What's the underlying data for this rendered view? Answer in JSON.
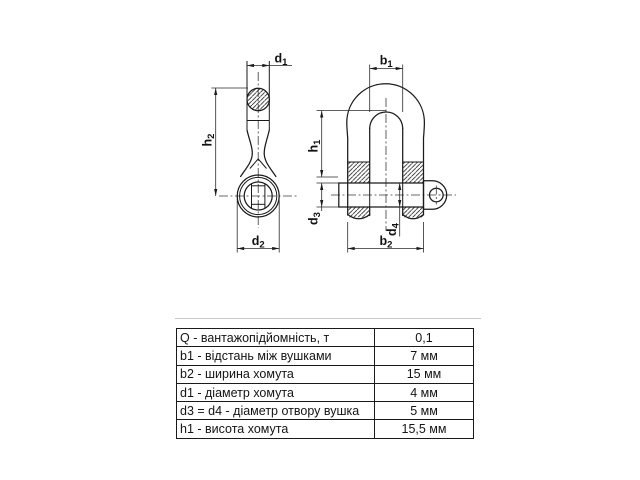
{
  "drawing": {
    "labels": {
      "d1": {
        "base": "d",
        "sub": "1"
      },
      "h2": {
        "base": "h",
        "sub": "2"
      },
      "d2": {
        "base": "d",
        "sub": "2"
      },
      "b1": {
        "base": "b",
        "sub": "1"
      },
      "h1": {
        "base": "h",
        "sub": "1"
      },
      "d3": {
        "base": "d",
        "sub": "3"
      },
      "d4": {
        "base": "d",
        "sub": "4"
      },
      "b2": {
        "base": "b",
        "sub": "2"
      }
    },
    "colors": {
      "line": "#1a1a1a",
      "divider": "#c9c9c9",
      "table_border": "#1a1a1a"
    }
  },
  "table": {
    "rows": [
      {
        "param": "Q - вантажопідйомність, т",
        "value": "0,1"
      },
      {
        "param": "b1 - відстань між вушками",
        "value": "7 мм"
      },
      {
        "param": "b2 - ширина хомута",
        "value": "15 мм"
      },
      {
        "param": "d1 - діаметр хомута",
        "value": "4 мм"
      },
      {
        "param": "d3 = d4 - діаметр отвору вушка",
        "value": "5 мм"
      },
      {
        "param": "h1 - висота хомута",
        "value": "15,5 мм"
      }
    ]
  }
}
